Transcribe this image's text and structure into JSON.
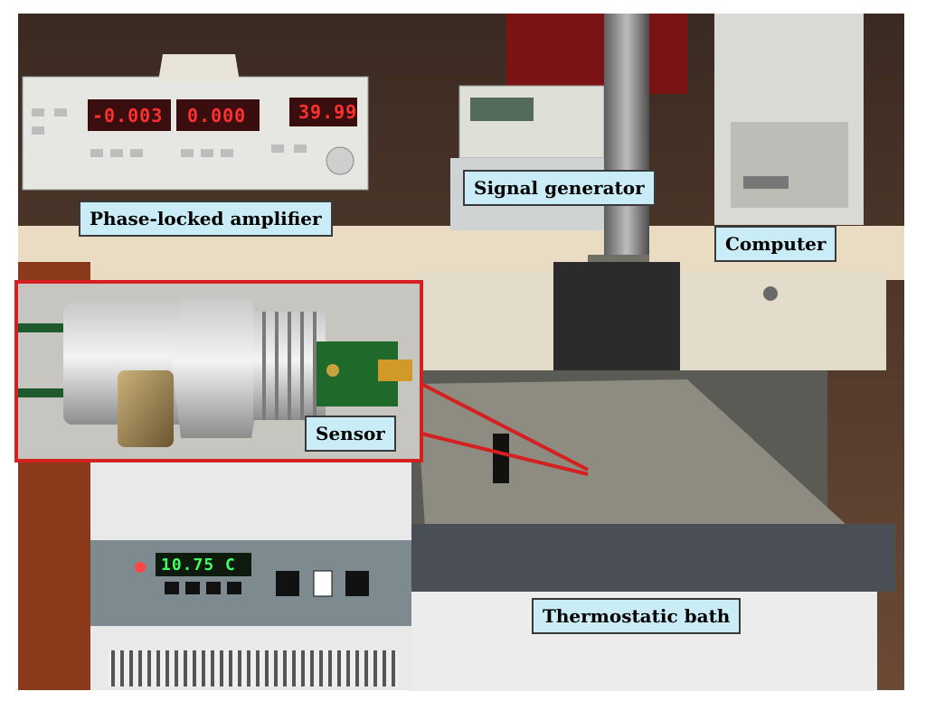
{
  "labels": {
    "amplifier": "Phase-locked amplifier",
    "signal_generator": "Signal generator",
    "computer": "Computer",
    "sensor": "Sensor",
    "bath": "Thermostatic bath"
  },
  "amplifier_display": {
    "readout_1": "-0.003",
    "readout_2": "0.000",
    "readout_3": "39.99"
  },
  "bath_display": {
    "temperature": "10.75 C"
  },
  "colors": {
    "label_fill": "#c9ecf6",
    "inset_border": "#d42020",
    "led_red": "#ff3030",
    "led_green": "#40ff60"
  }
}
